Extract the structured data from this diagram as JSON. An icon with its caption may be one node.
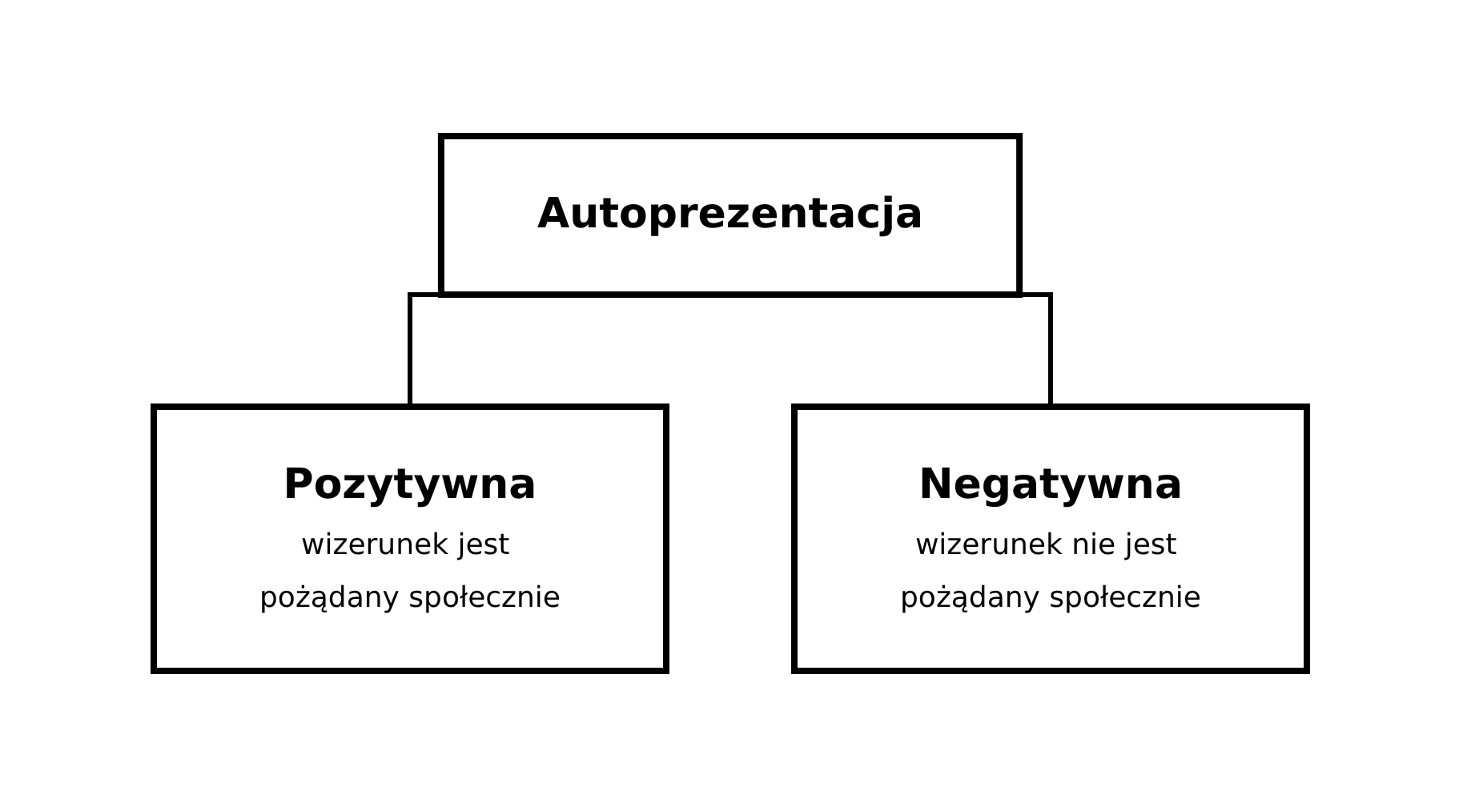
{
  "diagram": {
    "nodes": [
      {
        "text": [
          "Autoprezentacja"
        ]
      },
      {
        "text": [
          "Pozytywna",
          "wizerunek jest pożądany społecznie"
        ]
      },
      {
        "text": [
          "Negatywna",
          "wizerunek nie jest pożądany społecznie"
        ]
      }
    ],
    "edges": [
      {
        "from": 0,
        "to": 1,
        "arrow": "none"
      },
      {
        "from": 0,
        "to": 2,
        "arrow": "none"
      }
    ]
  }
}
